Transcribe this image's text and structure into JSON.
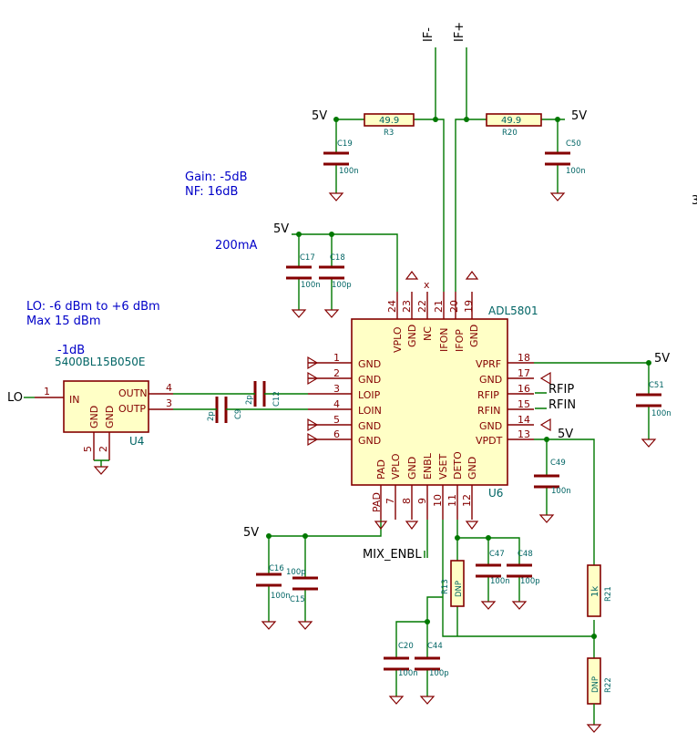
{
  "notes": {
    "gain": "Gain: -5dB",
    "nf": "NF: 16dB",
    "current": "200mA",
    "lo_range": "LO: -6 dBm to +6 dBm",
    "lo_max": "Max 15 dBm",
    "balun_loss": "-1dB"
  },
  "nets": {
    "if_minus": "IF-",
    "if_plus": "IF+",
    "lo": "LO",
    "rfip": "RFIP",
    "rfin": "RFIN",
    "mix_enbl": "MIX_ENBL",
    "v5": "5V"
  },
  "u6": {
    "ref": "U6",
    "value": "ADL5801",
    "left_pins": [
      {
        "num": "1",
        "name": "GND"
      },
      {
        "num": "2",
        "name": "GND"
      },
      {
        "num": "3",
        "name": "LOIP"
      },
      {
        "num": "4",
        "name": "LOIN"
      },
      {
        "num": "5",
        "name": "GND"
      },
      {
        "num": "6",
        "name": "GND"
      }
    ],
    "right_pins": [
      {
        "num": "18",
        "name": "VPRF"
      },
      {
        "num": "17",
        "name": "GND"
      },
      {
        "num": "16",
        "name": "RFIP"
      },
      {
        "num": "15",
        "name": "RFIN"
      },
      {
        "num": "14",
        "name": "GND"
      },
      {
        "num": "13",
        "name": "VPDT"
      }
    ],
    "top_pins": [
      {
        "num": "24",
        "name": "VPLO"
      },
      {
        "num": "23",
        "name": "GND"
      },
      {
        "num": "22",
        "name": "NC"
      },
      {
        "num": "21",
        "name": "IFON"
      },
      {
        "num": "20",
        "name": "IFOP"
      },
      {
        "num": "19",
        "name": "GND"
      }
    ],
    "bottom_pins": [
      {
        "num": "PAD",
        "name": "PAD"
      },
      {
        "num": "7",
        "name": "VPLO"
      },
      {
        "num": "8",
        "name": "GND"
      },
      {
        "num": "9",
        "name": "ENBL"
      },
      {
        "num": "10",
        "name": "VSET"
      },
      {
        "num": "11",
        "name": "DETO"
      },
      {
        "num": "12",
        "name": "GND"
      }
    ]
  },
  "u4": {
    "ref": "U4",
    "value": "5400BL15B050E",
    "pins": [
      {
        "num": "1",
        "name": "IN"
      },
      {
        "num": "4",
        "name": "OUTN"
      },
      {
        "num": "3",
        "name": "OUTP"
      },
      {
        "num": "5",
        "name": "GND"
      },
      {
        "num": "2",
        "name": "GND"
      }
    ]
  },
  "components": {
    "r3": {
      "ref": "R3",
      "value": "49.9"
    },
    "r20": {
      "ref": "R20",
      "value": "49.9"
    },
    "r13": {
      "ref": "R13",
      "value": "DNP"
    },
    "r21": {
      "ref": "R21",
      "value": "1k"
    },
    "r22": {
      "ref": "R22",
      "value": "DNP"
    },
    "c19": {
      "ref": "C19",
      "value": "100n"
    },
    "c50": {
      "ref": "C50",
      "value": "100n"
    },
    "c17": {
      "ref": "C17",
      "value": "100n"
    },
    "c18": {
      "ref": "C18",
      "value": "100p"
    },
    "c51": {
      "ref": "C51",
      "value": "100n"
    },
    "c49": {
      "ref": "C49",
      "value": "100n"
    },
    "c47": {
      "ref": "C47",
      "value": "100n"
    },
    "c48": {
      "ref": "C48",
      "value": "100p"
    },
    "c16": {
      "ref": "C16",
      "value": "100n"
    },
    "c15": {
      "ref": "C15",
      "value": "100p"
    },
    "c20": {
      "ref": "C20",
      "value": "100n"
    },
    "c44": {
      "ref": "C44",
      "value": "100p"
    },
    "c9": {
      "ref": "C9",
      "value": "2p"
    },
    "c12": {
      "ref": "C12",
      "value": "2p"
    }
  },
  "edge_fragment": "3"
}
